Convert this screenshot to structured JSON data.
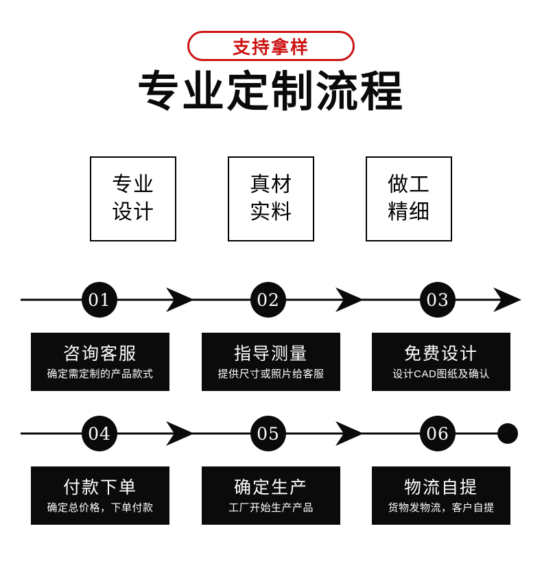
{
  "header": {
    "badge_label": "支持拿样",
    "title": "专业定制流程"
  },
  "features": [
    {
      "line1": "专业",
      "line2": "设计"
    },
    {
      "line1": "真材",
      "line2": "实料"
    },
    {
      "line1": "做工",
      "line2": "精细"
    }
  ],
  "steps": [
    {
      "number": "01",
      "title": "咨询客服",
      "subtitle": "确定需定制的产品款式"
    },
    {
      "number": "02",
      "title": "指导测量",
      "subtitle": "提供尺寸或照片给客服"
    },
    {
      "number": "03",
      "title": "免费设计",
      "subtitle": "设计CAD图纸及确认"
    },
    {
      "number": "04",
      "title": "付款下单",
      "subtitle": "确定总价格，下单付款"
    },
    {
      "number": "05",
      "title": "确定生产",
      "subtitle": "工厂开始生产产品"
    },
    {
      "number": "06",
      "title": "物流自提",
      "subtitle": "货物发物流，客户自提"
    }
  ],
  "colors": {
    "badge_red": "#cc1111",
    "ink": "#0a0a0a",
    "card_bg": "#0b0b0b",
    "card_text": "#ffffff",
    "page_bg": "#ffffff"
  },
  "decorations": {
    "row1_end": "arrowhead",
    "row2_end": "dot"
  }
}
